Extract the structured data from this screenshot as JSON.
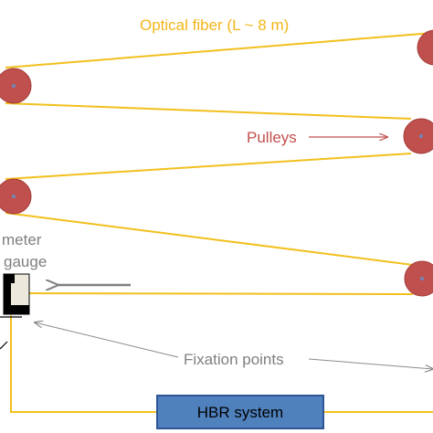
{
  "labels": {
    "fiber": "Optical fiber (L ~ 8 m)",
    "pulleys": "Pulleys",
    "meter": "meter",
    "gauge": "gauge",
    "fixation": "Fixation points",
    "hbr": "HBR system"
  },
  "colors": {
    "fiber": "#f2c01e",
    "pulley_fill": "#c0504d",
    "pulley_stroke": "#a23b38",
    "pulleys_text": "#c0504d",
    "fiber_text": "#f2b619",
    "gray_text": "#7f7f7f",
    "arrow_gray": "#8c8c8c",
    "hbr_fill": "#4f81bd",
    "hbr_stroke": "#2f5597",
    "hbr_text": "#000000"
  }
}
